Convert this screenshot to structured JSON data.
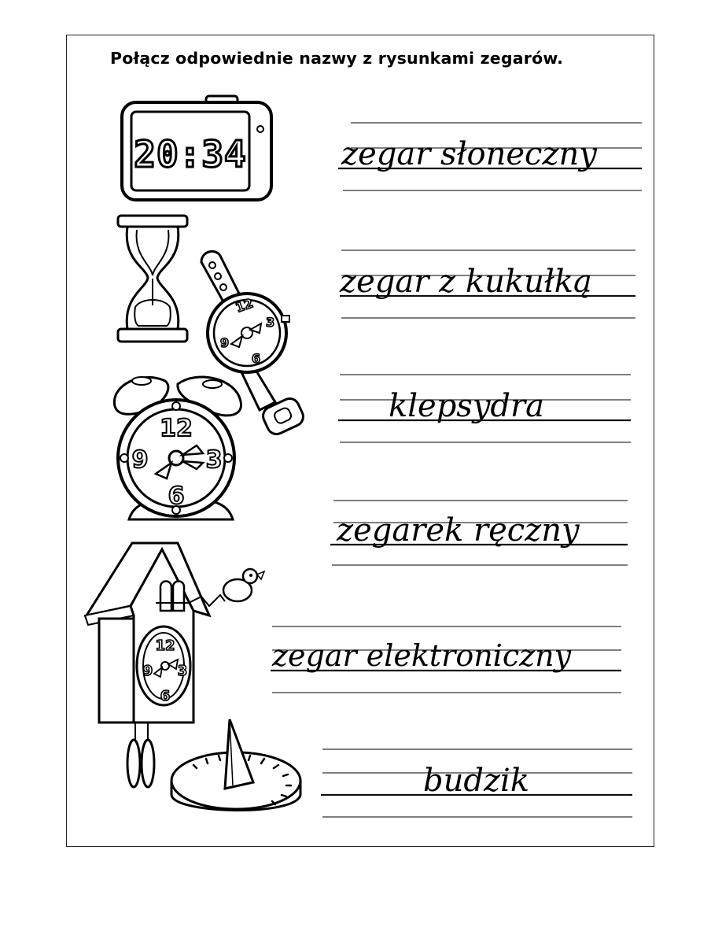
{
  "worksheet": {
    "instruction": "Połącz odpowiednie nazwy z rysunkami zegarów.",
    "words": [
      "zegar słoneczny",
      "zegar z kukułką",
      "klepsydra",
      "zegarek ręczny",
      "zegar elektroniczny",
      "budzik"
    ],
    "pictures": {
      "digital_clock_display": "20:34",
      "alarm_clock_numbers": [
        "12",
        "3",
        "6",
        "9"
      ],
      "watch_numbers": [
        "12",
        "3",
        "6",
        "9"
      ],
      "cuckoo_clock_numbers": [
        "12",
        "3",
        "6",
        "9"
      ]
    }
  }
}
